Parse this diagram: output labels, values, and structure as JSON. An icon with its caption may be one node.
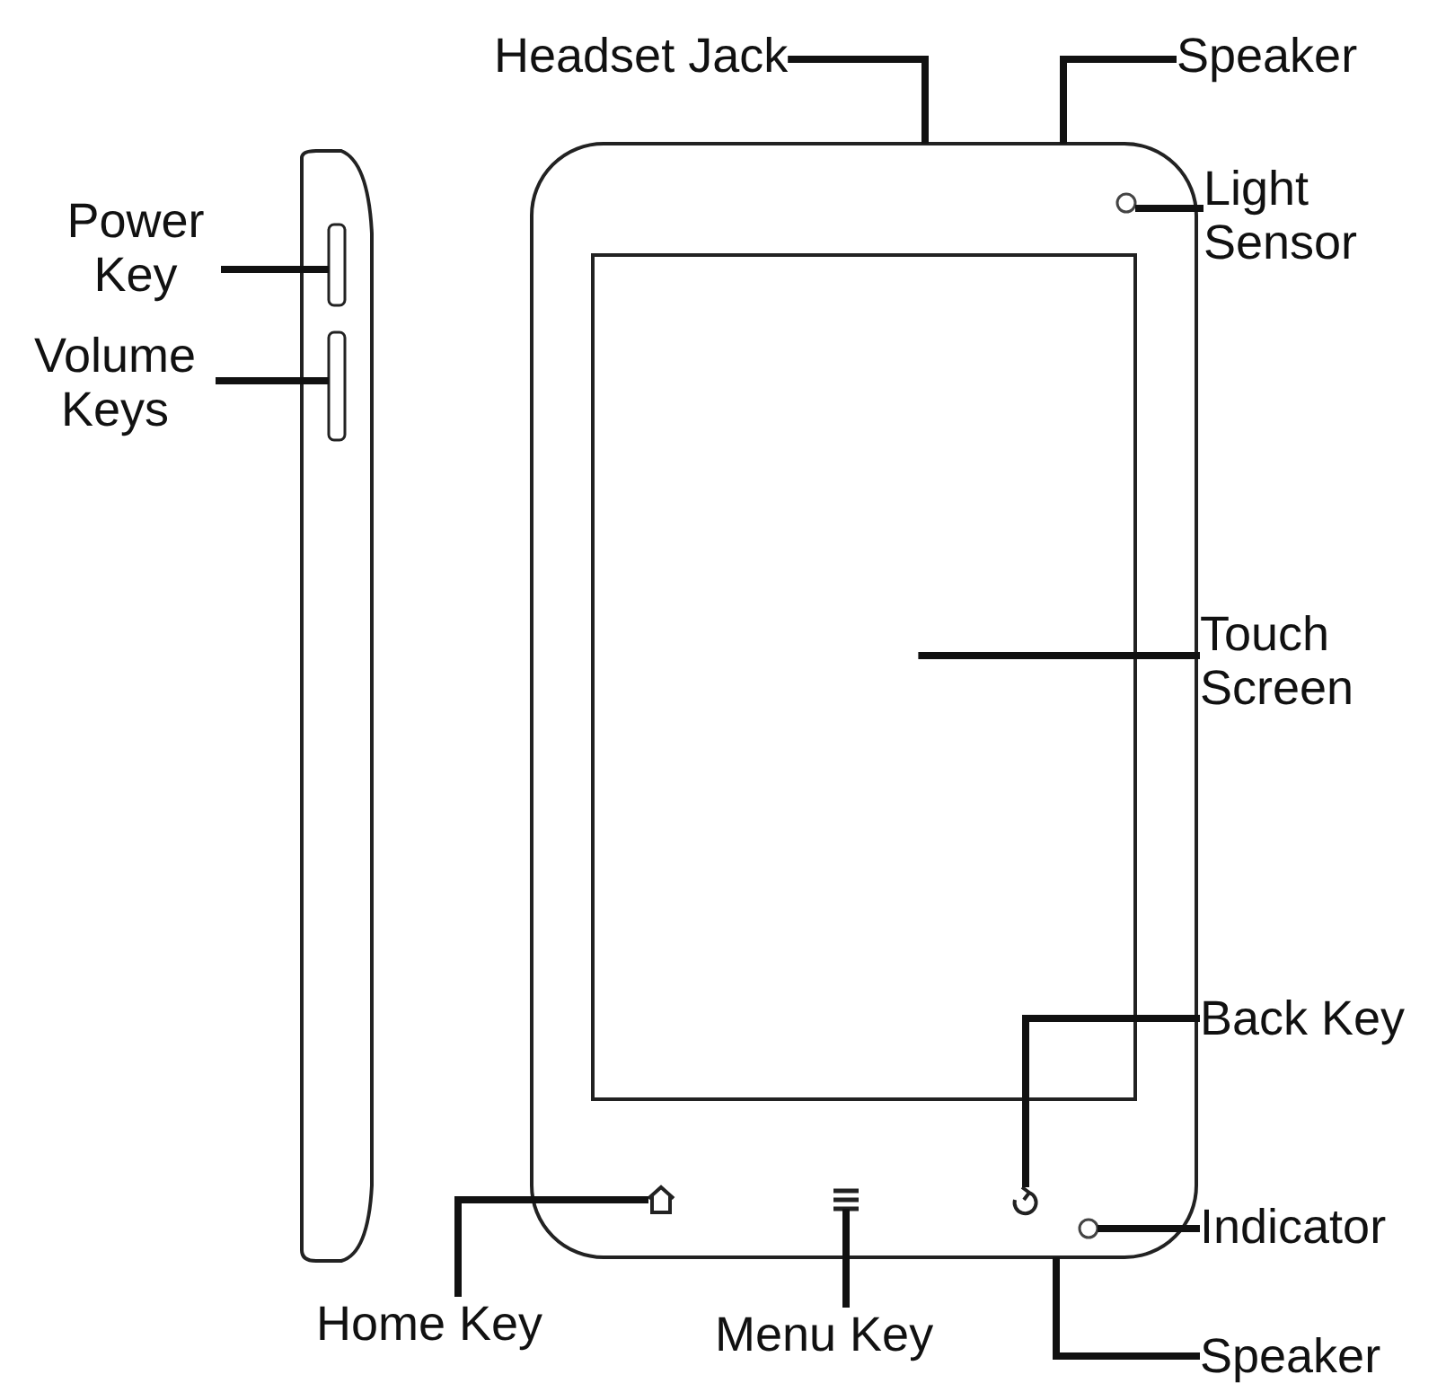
{
  "diagram": {
    "nodes": [
      {
        "text": [
          "Headset Jack"
        ]
      },
      {
        "text": [
          "Speaker"
        ]
      },
      {
        "text": [
          "Power Key"
        ]
      },
      {
        "text": [
          "Light Sensor"
        ]
      },
      {
        "text": [
          "Volume Keys"
        ]
      },
      {
        "text": [
          "Touch Screen"
        ]
      },
      {
        "text": [
          "Back Key"
        ]
      },
      {
        "text": [
          "Indicator"
        ]
      },
      {
        "text": [
          "Home Key"
        ]
      },
      {
        "text": [
          "Menu Key"
        ]
      },
      {
        "text": [
          "Speaker"
        ]
      },
      {
        "text": [],
        "shape": "bar"
      },
      {
        "text": [],
        "shape": "bar"
      },
      {
        "text": [],
        "shape": "circle"
      },
      {
        "text": [],
        "shape": "box"
      },
      {
        "text": [],
        "shape": "arrow"
      },
      {
        "text": [],
        "shape": "circle"
      },
      {
        "text": [],
        "shape": "house"
      },
      {
        "text": [],
        "shape": "lines"
      }
    ],
    "edges": [
      {
        "from": 0,
        "to": null,
        "arrow": "none"
      },
      {
        "from": 1,
        "to": null,
        "arrow": "none"
      },
      {
        "from": 2,
        "to": 11,
        "arrow": "none"
      },
      {
        "from": 3,
        "to": 13,
        "arrow": "none"
      },
      {
        "from": 4,
        "to": 12,
        "arrow": "none"
      },
      {
        "from": 5,
        "to": 14,
        "arrow": "none"
      },
      {
        "from": 6,
        "to": 15,
        "arrow": "none"
      },
      {
        "from": 7,
        "to": 16,
        "arrow": "none"
      },
      {
        "from": 8,
        "to": 17,
        "arrow": "none"
      },
      {
        "from": 9,
        "to": 18,
        "arrow": "none"
      },
      {
        "from": 10,
        "to": null,
        "arrow": "none"
      }
    ]
  }
}
